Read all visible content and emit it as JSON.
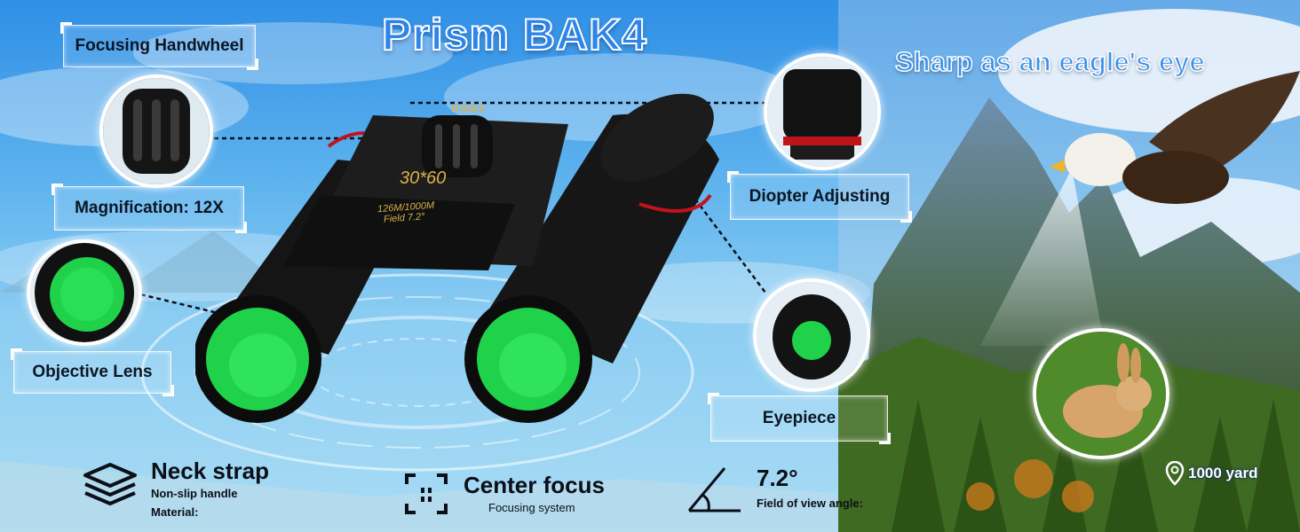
{
  "headline": "Prism BAK4",
  "slogan": "Sharp as an eagle's eye",
  "callouts": {
    "focusing_handwheel": "Focusing Handwheel",
    "magnification": "Magnification: 12X",
    "objective_lens": "Objective Lens",
    "diopter_adjusting": "Diopter Adjusting",
    "eyepiece": "Eyepiece"
  },
  "binocular_markings": {
    "brand": "DIGEZ",
    "model": "30*60",
    "field_line1": "126M/1000M",
    "field_line2": "Field 7.2°"
  },
  "features": [
    {
      "title": "Neck strap",
      "subtitle": "Non-slip handle",
      "extra": "Material:",
      "icon": "layers-icon"
    },
    {
      "title": "Center focus",
      "subtitle": "Focusing system",
      "icon": "focus-frame-icon"
    },
    {
      "title": "7.2°",
      "subtitle": "Field of view angle:",
      "icon": "angle-icon"
    }
  ],
  "distance_badge": {
    "icon": "location-pin-icon",
    "text": "1000 yard"
  },
  "colors": {
    "lens_green": "#1fd24a",
    "title_blue": "#2e84e8",
    "sky_blue": "#5fb4ee",
    "body_black": "#111111",
    "accent_red": "#c0141b"
  }
}
